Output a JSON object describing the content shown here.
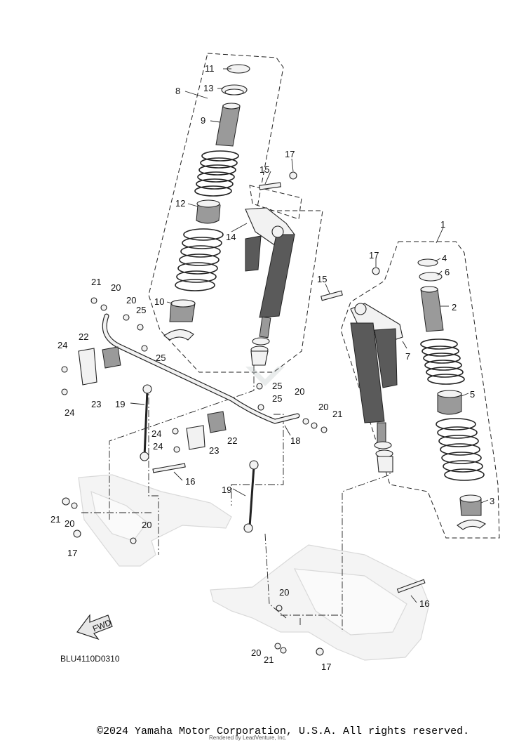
{
  "diagram": {
    "figure_code": "BLU4110D0310",
    "fwd_label": "FWD",
    "callouts": [
      {
        "id": "1",
        "label": "1"
      },
      {
        "id": "2",
        "label": "2"
      },
      {
        "id": "3",
        "label": "3"
      },
      {
        "id": "4",
        "label": "4"
      },
      {
        "id": "5",
        "label": "5"
      },
      {
        "id": "6",
        "label": "6"
      },
      {
        "id": "7",
        "label": "7"
      },
      {
        "id": "8",
        "label": "8"
      },
      {
        "id": "9",
        "label": "9"
      },
      {
        "id": "10",
        "label": "10"
      },
      {
        "id": "11",
        "label": "11"
      },
      {
        "id": "12",
        "label": "12"
      },
      {
        "id": "13",
        "label": "13"
      },
      {
        "id": "14",
        "label": "14"
      },
      {
        "id": "15a",
        "label": "15"
      },
      {
        "id": "15b",
        "label": "15"
      },
      {
        "id": "16a",
        "label": "16"
      },
      {
        "id": "16b",
        "label": "16"
      },
      {
        "id": "17a",
        "label": "17"
      },
      {
        "id": "17b",
        "label": "17"
      },
      {
        "id": "17c",
        "label": "17"
      },
      {
        "id": "17d",
        "label": "17"
      },
      {
        "id": "18",
        "label": "18"
      },
      {
        "id": "19a",
        "label": "19"
      },
      {
        "id": "19b",
        "label": "19"
      },
      {
        "id": "20a",
        "label": "20"
      },
      {
        "id": "20b",
        "label": "20"
      },
      {
        "id": "20c",
        "label": "20"
      },
      {
        "id": "20d",
        "label": "20"
      },
      {
        "id": "20e",
        "label": "20"
      },
      {
        "id": "20f",
        "label": "20"
      },
      {
        "id": "20g",
        "label": "20"
      },
      {
        "id": "20h",
        "label": "20"
      },
      {
        "id": "21a",
        "label": "21"
      },
      {
        "id": "21b",
        "label": "21"
      },
      {
        "id": "21c",
        "label": "21"
      },
      {
        "id": "21d",
        "label": "21"
      },
      {
        "id": "22a",
        "label": "22"
      },
      {
        "id": "22b",
        "label": "22"
      },
      {
        "id": "23a",
        "label": "23"
      },
      {
        "id": "23b",
        "label": "23"
      },
      {
        "id": "24a",
        "label": "24"
      },
      {
        "id": "24b",
        "label": "24"
      },
      {
        "id": "24c",
        "label": "24"
      },
      {
        "id": "24d",
        "label": "24"
      },
      {
        "id": "25a",
        "label": "25"
      },
      {
        "id": "25b",
        "label": "25"
      },
      {
        "id": "25c",
        "label": "25"
      },
      {
        "id": "25d",
        "label": "25"
      }
    ]
  },
  "footer": {
    "copyright": "©2024 Yamaha Motor Corporation, U.S.A. All rights reserved.",
    "rendered_by": "Rendered by LeadVenture, Inc."
  },
  "icons": {
    "direction_arrow": "fwd-arrow-icon"
  }
}
